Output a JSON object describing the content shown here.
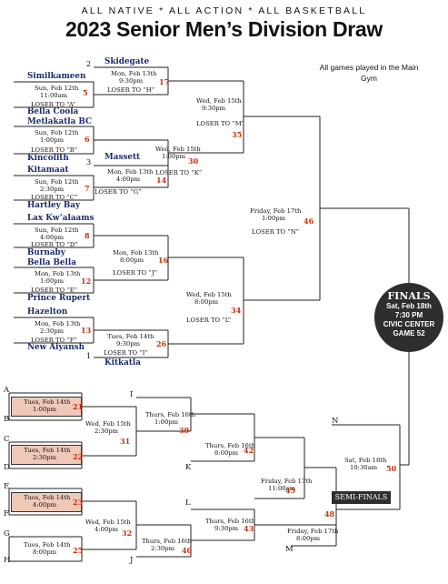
{
  "header": {
    "tagline": "ALL NATIVE  *  ALL ACTION  *  ALL BASKETBALL",
    "title": "2023 Senior Men’s Division Draw",
    "note": "All games played in the Main Gym"
  },
  "teams": {
    "skidegate": "Skidegate",
    "similkameen": "Similkameen",
    "bella_coola": "Bella Coola",
    "metlakatla": "Metlakatla BC",
    "kincolith": "Kincolith",
    "massett": "Massett",
    "kitamaat": "Kitamaat",
    "hartley_bay": "Hartley Bay",
    "lax_kwalaams": "Lax Kw’alaams",
    "burnaby": "Burnaby",
    "bella_bella": "Bella Bella",
    "prince_rupert": "Prince Rupert",
    "hazelton": "Hazelton",
    "new_aiyansh": "New Aiyansh",
    "kitkatla": "Kitkatla"
  },
  "seeds": {
    "skidegate": "2",
    "kincolith": "3",
    "kitkatla": "1"
  },
  "games": {
    "g5": {
      "day": "Sun, Feb 12th",
      "time": "11:00am",
      "num": "5",
      "loser": "LOSER TO “A”"
    },
    "g6": {
      "day": "Sun, Feb 12th",
      "time": "1:00pm",
      "num": "6",
      "loser": "LOSER TO “B”"
    },
    "g7": {
      "day": "Sun, Feb 12th",
      "time": "2:30pm",
      "num": "7",
      "loser": "LOSER TO “C”"
    },
    "g8": {
      "day": "Sun, Feb 12th",
      "time": "4:00pm",
      "num": "8",
      "loser": "LOSER TO “D”"
    },
    "g12": {
      "day": "Mon, Feb 13th",
      "time": "1:00pm",
      "num": "12",
      "loser": "LOSER TO “E”"
    },
    "g13": {
      "day": "Mon, Feb 13th",
      "time": "2:30pm",
      "num": "13",
      "loser": "LOSER TO “F”"
    },
    "g17": {
      "day": "Mon, Feb 13th",
      "time": "9:30pm",
      "num": "17",
      "loser": "LOSER TO “H”"
    },
    "g14": {
      "day": "Mon, Feb 13th",
      "time": "4:00pm",
      "num": "14",
      "loser": "LOSER TO “G”"
    },
    "g16": {
      "day": "Mon, Feb 13th",
      "time": "8:00pm",
      "num": "16",
      "loser": "LOSER TO “J”"
    },
    "g26": {
      "day": "Tues, Feb 14th",
      "time": "9:30pm",
      "num": "26",
      "loser": "LOSER TO “I”"
    },
    "g35": {
      "day": "Wed, Feb 15th",
      "time": "9:30pm",
      "num": "35",
      "loser": "LOSER TO “M”"
    },
    "g30": {
      "day": "Wed, Feb 15th",
      "time": "1:00pm",
      "num": "30",
      "loser": "LOSER TO “K”"
    },
    "g34": {
      "day": "Wed, Feb 15th",
      "time": "8:00pm",
      "num": "34",
      "loser": "LOSER TO “L”"
    },
    "g46": {
      "day": "Friday, Feb 17th",
      "time": "1:00pm",
      "num": "46",
      "loser": "LOSER TO “N”"
    },
    "g21": {
      "day": "Tues, Feb 14th",
      "time": "1:00pm",
      "num": "21"
    },
    "g22": {
      "day": "Tues, Feb 14th",
      "time": "2:30pm",
      "num": "22"
    },
    "g23": {
      "day": "Tues, Feb 14th",
      "time": "4:00pm",
      "num": "23"
    },
    "g25": {
      "day": "Tues, Feb 14th",
      "time": "8:00pm",
      "num": "25"
    },
    "g31": {
      "day": "Wed, Feb 15th",
      "time": "2:30pm",
      "num": "31"
    },
    "g32": {
      "day": "Wed, Feb 15th",
      "time": "4:00pm",
      "num": "32"
    },
    "g39": {
      "day": "Thurs, Feb 16th",
      "time": "1:00pm",
      "num": "39"
    },
    "g40": {
      "day": "Thurs, Feb 16th",
      "time": "2:30pm",
      "num": "40"
    },
    "g42": {
      "day": "Thurs, Feb 16th",
      "time": "8:00pm",
      "num": "42"
    },
    "g43": {
      "day": "Thurs, Feb 16th",
      "time": "9:30pm",
      "num": "43"
    },
    "g45": {
      "day": "Friday, Feb 17th",
      "time": "11:00am",
      "num": "45"
    },
    "g48": {
      "day": "Friday, Feb 17th",
      "time": "8:00pm",
      "num": "48"
    },
    "g50": {
      "day": "Sat, Feb 18th",
      "time": "10:30am",
      "num": "50"
    }
  },
  "letters": {
    "A": "A",
    "B": "B",
    "C": "C",
    "D": "D",
    "E": "E",
    "F": "F",
    "G": "G",
    "H": "H",
    "I": "I",
    "J": "J",
    "K": "K",
    "L": "L",
    "M": "M",
    "N": "N"
  },
  "finals": {
    "title": "FINALS",
    "date": "Sat, Feb 18th",
    "time": "7:30 PM",
    "venue": "CIVIC CENTER",
    "game": "GAME 52"
  },
  "semis": {
    "label": "SEMI-FINALS"
  },
  "colors": {
    "team": "#1b2a6b",
    "game_number": "#c4320a",
    "highlight": "#f0c8b8",
    "badge": "#2e2e2e"
  }
}
